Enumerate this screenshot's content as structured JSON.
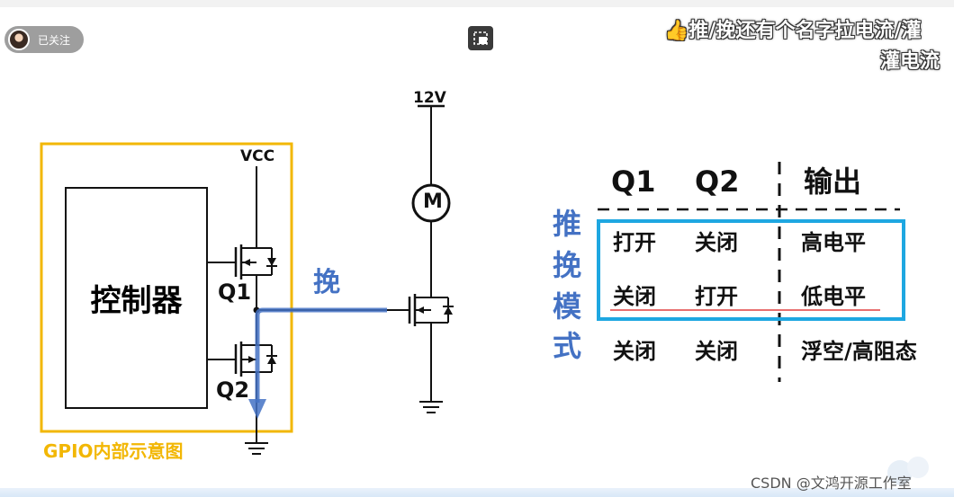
{
  "player": {
    "follow_label": "已关注",
    "pip_icon": "picture-in-picture-icon"
  },
  "danmaku": {
    "line1": "推/挽还有个名字拉电流/灌",
    "line2": "灌电流",
    "thumb_icon": "thumbs-up-icon"
  },
  "diagram": {
    "controller_label": "控制器",
    "gpio_caption": "GPIO内部示意图",
    "vcc_label": "VCC",
    "supply_label": "12V",
    "motor_label": "M",
    "q1_label": "Q1",
    "q2_label": "Q2",
    "pull_label": "挽",
    "colors": {
      "gpio_box": "#f2b705",
      "current_arrow": "#4472c4",
      "mode_box": "#1ea7e1",
      "underline": "#e04040"
    }
  },
  "table": {
    "headers": [
      "Q1",
      "Q2",
      "输出"
    ],
    "mode_label": [
      "推",
      "挽",
      "模",
      "式"
    ],
    "rows": [
      [
        "打开",
        "关闭",
        "高电平"
      ],
      [
        "关闭",
        "打开",
        "低电平"
      ],
      [
        "关闭",
        "关闭",
        "浮空/高阻态"
      ]
    ]
  },
  "watermark": "CSDN @文鸿开源工作室"
}
